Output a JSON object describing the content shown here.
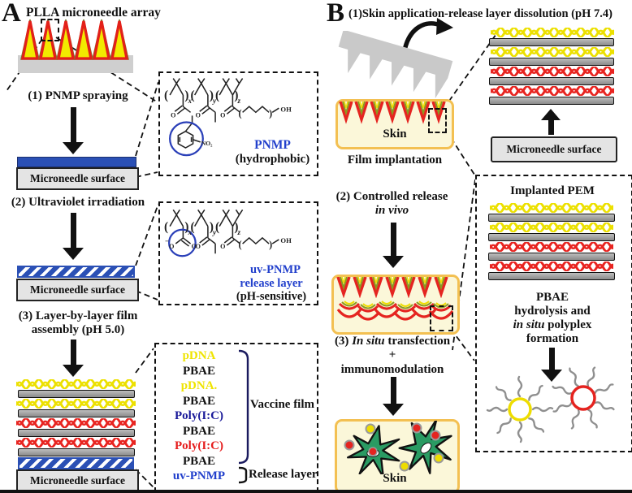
{
  "panelA": {
    "label": "A",
    "title": "PLLA microneedle array",
    "step1": "(1) PNMP spraying",
    "step2": "(2) Ultraviolet irradiation",
    "step3_line1": "(3) Layer-by-layer film",
    "step3_line2": "assembly (pH 5.0)",
    "microneedle_surface": "Microneedle surface",
    "pnmp": {
      "name": "PNMP",
      "property": "(hydrophobic)"
    },
    "uvpnmp": {
      "name": "uv-PNMP",
      "name2": "release layer",
      "property": "(pH-sensitive)"
    },
    "film_labels": [
      {
        "text": "pDNA",
        "color": "#efe400"
      },
      {
        "text": "PBAE",
        "color": "#111111"
      },
      {
        "text": "pDNA.",
        "color": "#efe400"
      },
      {
        "text": "PBAE",
        "color": "#111111"
      },
      {
        "text": "Poly(I:C)",
        "color": "#1a1a99"
      },
      {
        "text": "PBAE",
        "color": "#111111"
      },
      {
        "text": "Poly(I:C)",
        "color": "#e51d1d"
      },
      {
        "text": "PBAE",
        "color": "#111111"
      },
      {
        "text": "uv-PNMP",
        "color": "#2240cc"
      }
    ],
    "vaccine_film": "Vaccine film",
    "release_layer": "Release layer"
  },
  "panelB": {
    "label": "B",
    "step1": "(1)Skin application-release layer dissolution (pH 7.4)",
    "skin": "Skin",
    "film_implantation": "Film implantation",
    "microneedle_surface": "Microneedle surface",
    "step2_line1": "(2) Controlled release",
    "step2_line2": "in vivo",
    "step3_pre": "(3) ",
    "step3_italic": "In situ",
    "step3_post": " transfection",
    "step3_plus": "+",
    "step3_line3": "immunomodulation",
    "pem": {
      "title": "Implanted PEM",
      "l1": "PBAE",
      "l2": "hydrolysis and",
      "l3_italic": "in situ",
      "l3_post": " polyplex",
      "l4": "formation"
    }
  },
  "chem": {
    "o": "O",
    "oh": "OH",
    "no2": "NO₂",
    "minus": "−",
    "lparen": "(",
    "rparen": ")",
    "x": "x",
    "y": "y",
    "z": "z"
  },
  "colors": {
    "pdna_yellow": "#ece000",
    "polyic_red": "#e82420",
    "polyic_navy": "#1a1a99",
    "uvpnmp_blue": "#2240cc",
    "release_layer_blue": "#2b50b5",
    "skin_fill": "#fbf7d9",
    "skin_border": "#f3c052",
    "cell_green": "#2a9b63",
    "microneedle_gray": "#c9c9c9"
  }
}
